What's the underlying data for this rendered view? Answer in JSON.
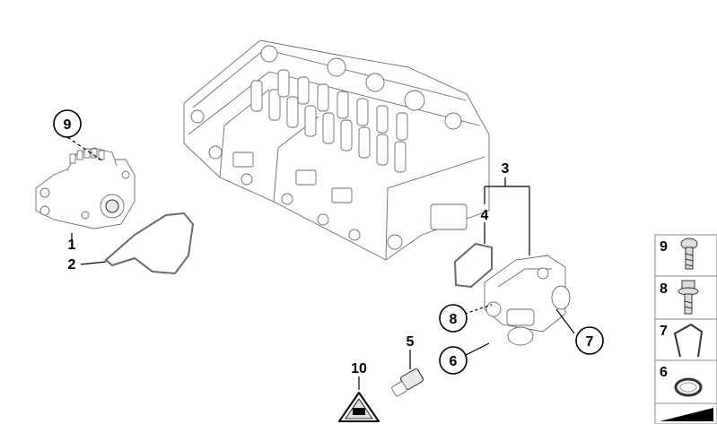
{
  "callouts": {
    "c1": "1",
    "c2": "2",
    "c3": "3",
    "c4": "4",
    "c5": "5",
    "c6": "6",
    "c7": "7",
    "c8": "8",
    "c9": "9",
    "c10": "10"
  },
  "side_panel": {
    "items": [
      {
        "label": "9",
        "icon": "bolt-icon"
      },
      {
        "label": "8",
        "icon": "flange-bolt-icon"
      },
      {
        "label": "7",
        "icon": "clip-icon"
      },
      {
        "label": "6",
        "icon": "o-ring-icon"
      }
    ]
  },
  "colors": {
    "line": "#000000",
    "drawing": "#6a6a6a",
    "panel_border": "#8a8a8a",
    "warning_fill": "#dddddd"
  }
}
